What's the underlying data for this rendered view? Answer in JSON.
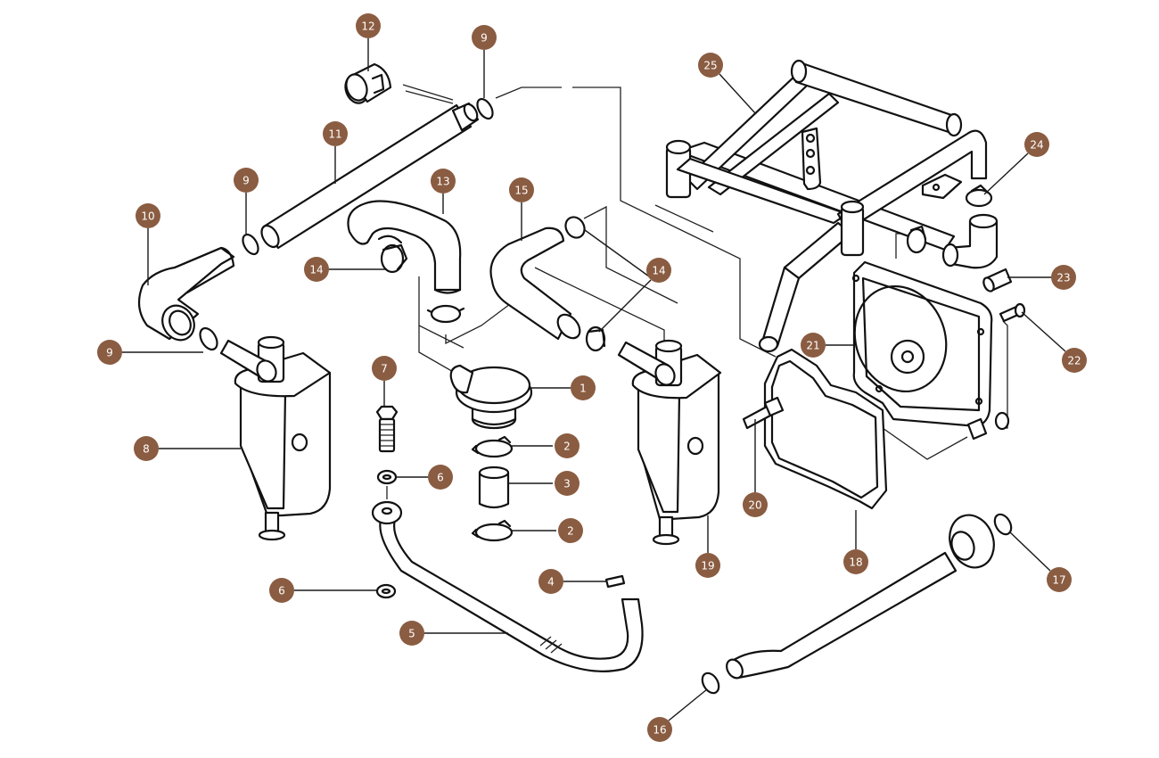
{
  "diagram": {
    "title": "Exploded parts diagram",
    "badge_color": "#8a5c41",
    "badge_text_color": "#ffffff",
    "line_color": "#111111"
  },
  "parts": [
    {
      "id": "part-1",
      "number": "1",
      "name": "valve-housing"
    },
    {
      "id": "part-2a",
      "number": "2",
      "name": "hose-clamp-upper"
    },
    {
      "id": "part-3",
      "number": "3",
      "name": "hose-sleeve"
    },
    {
      "id": "part-2b",
      "number": "2",
      "name": "hose-clamp-lower"
    },
    {
      "id": "part-4",
      "number": "4",
      "name": "small-clip"
    },
    {
      "id": "part-5",
      "number": "5",
      "name": "drain-pipe"
    },
    {
      "id": "part-6a",
      "number": "6",
      "name": "washer-upper"
    },
    {
      "id": "part-6b",
      "number": "6",
      "name": "washer-lower"
    },
    {
      "id": "part-7",
      "number": "7",
      "name": "bolt"
    },
    {
      "id": "part-8",
      "number": "8",
      "name": "separator-left"
    },
    {
      "id": "part-9a",
      "number": "9",
      "name": "o-ring-top"
    },
    {
      "id": "part-9b",
      "number": "9",
      "name": "o-ring-middle"
    },
    {
      "id": "part-9c",
      "number": "9",
      "name": "o-ring-left"
    },
    {
      "id": "part-10",
      "number": "10",
      "name": "elbow-hose"
    },
    {
      "id": "part-11",
      "number": "11",
      "name": "long-pipe"
    },
    {
      "id": "part-12",
      "number": "12",
      "name": "pipe-coupling"
    },
    {
      "id": "part-13",
      "number": "13",
      "name": "bent-hose-left"
    },
    {
      "id": "part-14a",
      "number": "14",
      "name": "hose-clamp-left"
    },
    {
      "id": "part-14b",
      "number": "14",
      "name": "hose-clamp-right"
    },
    {
      "id": "part-15",
      "number": "15",
      "name": "bent-hose-right"
    },
    {
      "id": "part-16",
      "number": "16",
      "name": "o-ring-bottom"
    },
    {
      "id": "part-17",
      "number": "17",
      "name": "o-ring-flange"
    },
    {
      "id": "part-18",
      "number": "18",
      "name": "cover-gasket"
    },
    {
      "id": "part-19",
      "number": "19",
      "name": "separator-right"
    },
    {
      "id": "part-20",
      "number": "20",
      "name": "cover-bolt"
    },
    {
      "id": "part-21",
      "number": "21",
      "name": "cover-plate"
    },
    {
      "id": "part-22",
      "number": "22",
      "name": "screw"
    },
    {
      "id": "part-23",
      "number": "23",
      "name": "connector-sleeve"
    },
    {
      "id": "part-24",
      "number": "24",
      "name": "hose-clamp-frame"
    },
    {
      "id": "part-25",
      "number": "25",
      "name": "pipe-frame"
    }
  ]
}
